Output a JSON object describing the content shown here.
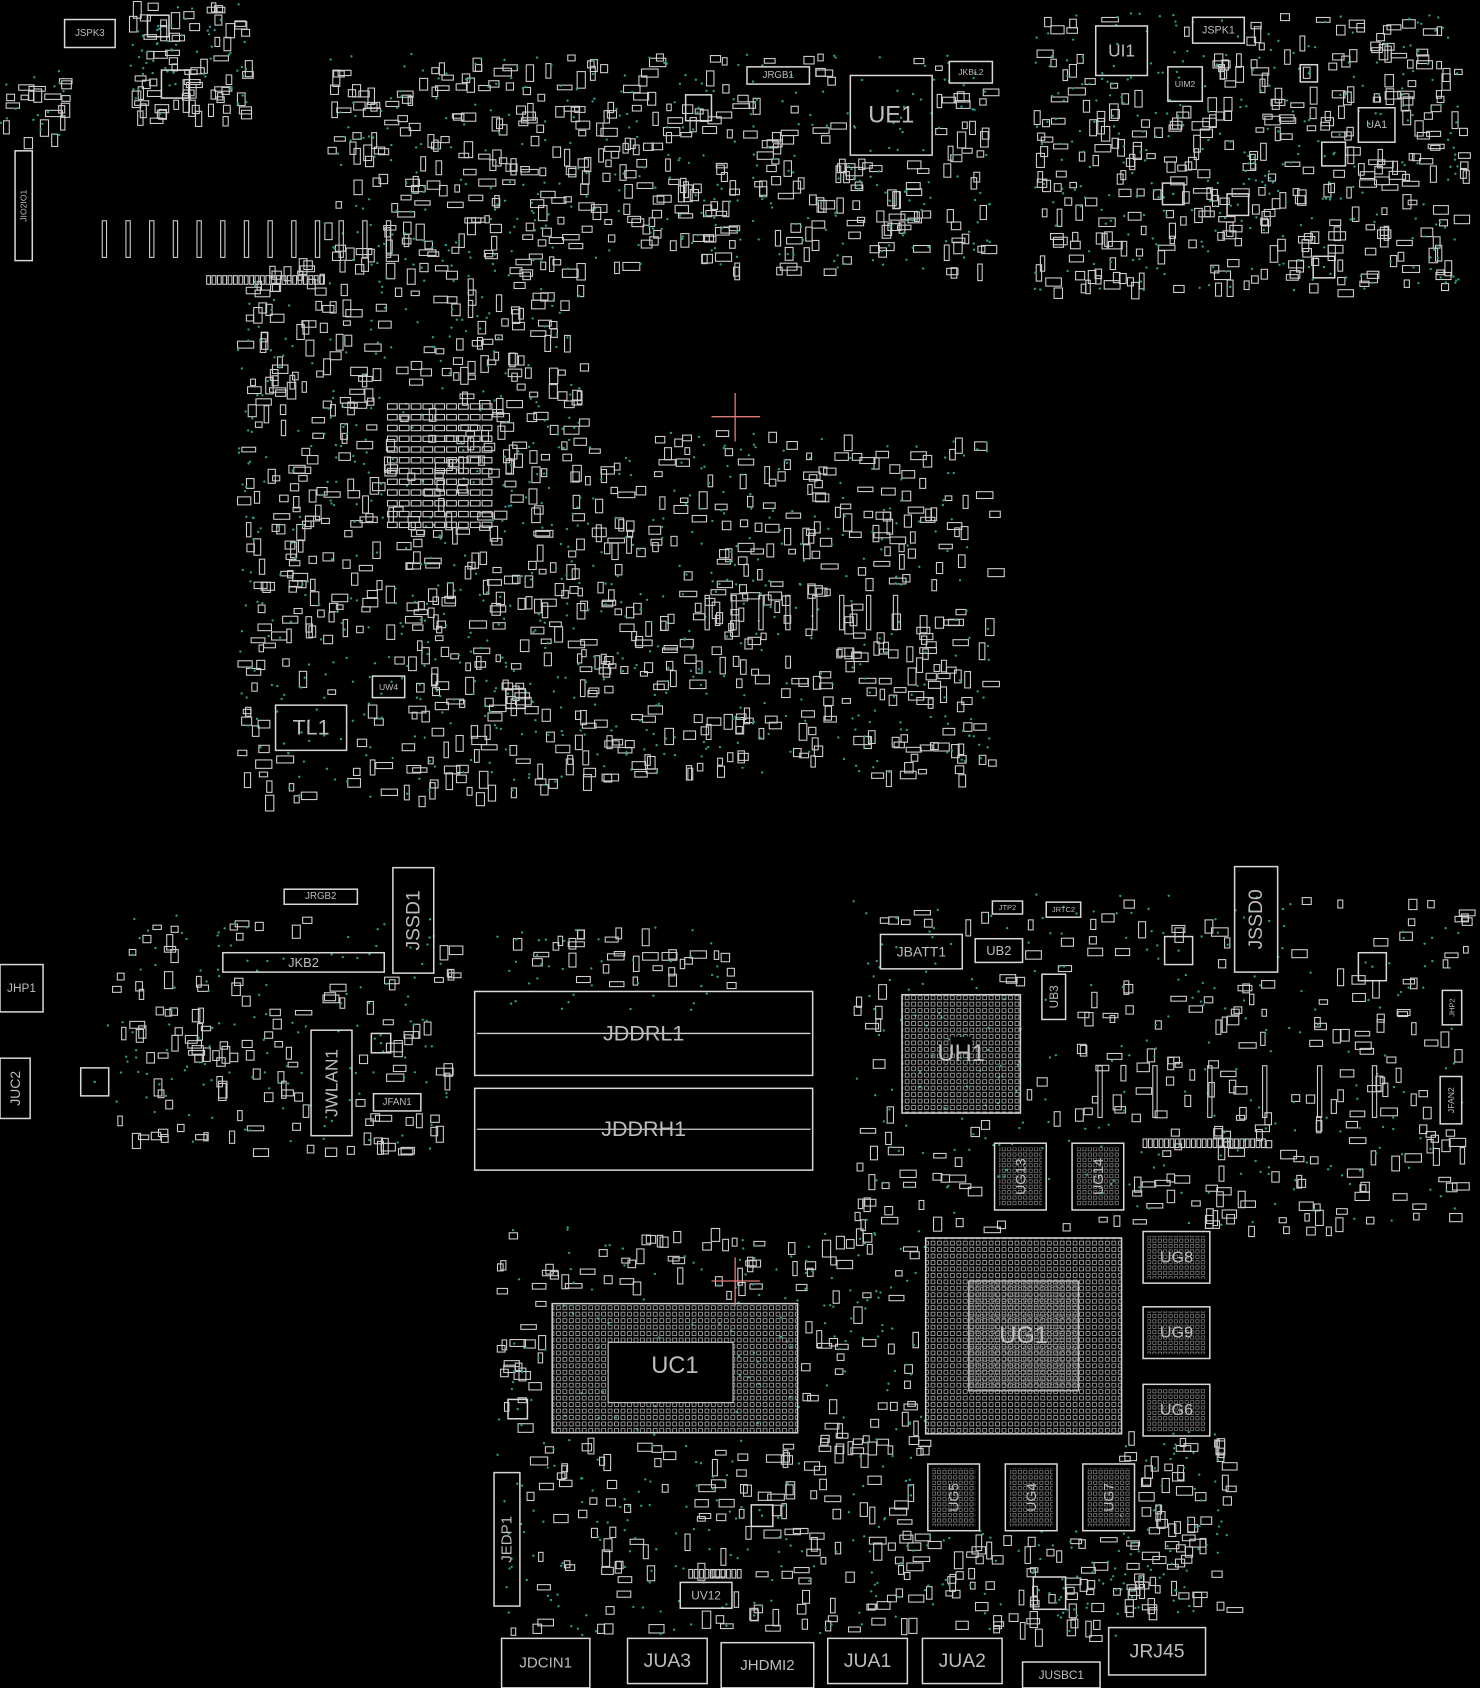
{
  "viewer": {
    "title": "Boardview",
    "accent_color": "#d8d8d8",
    "via_color": "#2a9d8f",
    "marker_color": "#e07a7a",
    "background": "#000000"
  },
  "components": [
    {
      "ref": "JSPK3"
    },
    {
      "ref": "JIO2IO1"
    },
    {
      "ref": "JRGB1"
    },
    {
      "ref": "JKBL2"
    },
    {
      "ref": "UE1"
    },
    {
      "ref": "UI1"
    },
    {
      "ref": "JSPK1"
    },
    {
      "ref": "UIM2"
    },
    {
      "ref": "UA1"
    },
    {
      "ref": "TL1"
    },
    {
      "ref": "UW4"
    },
    {
      "ref": "JRGB2"
    },
    {
      "ref": "JSSD1"
    },
    {
      "ref": "JKB2"
    },
    {
      "ref": "JHP1"
    },
    {
      "ref": "JUC2"
    },
    {
      "ref": "JWLAN1"
    },
    {
      "ref": "JFAN1"
    },
    {
      "ref": "JDDRL1"
    },
    {
      "ref": "JDDRH1"
    },
    {
      "ref": "JBATT1"
    },
    {
      "ref": "UB2"
    },
    {
      "ref": "JTP2"
    },
    {
      "ref": "JRTC2"
    },
    {
      "ref": "UB3"
    },
    {
      "ref": "JSSD0"
    },
    {
      "ref": "UH1"
    },
    {
      "ref": "UG13"
    },
    {
      "ref": "UG14"
    },
    {
      "ref": "UG8"
    },
    {
      "ref": "UG9"
    },
    {
      "ref": "UG6"
    },
    {
      "ref": "UG1"
    },
    {
      "ref": "UC1"
    },
    {
      "ref": "JEDP1"
    },
    {
      "ref": "UG5"
    },
    {
      "ref": "UG4"
    },
    {
      "ref": "UG7"
    },
    {
      "ref": "UV12"
    },
    {
      "ref": "JDCIN1"
    },
    {
      "ref": "JUA3"
    },
    {
      "ref": "JHDMI2"
    },
    {
      "ref": "JUA1"
    },
    {
      "ref": "JUA2"
    },
    {
      "ref": "JUSBC1"
    },
    {
      "ref": "JRJ45"
    },
    {
      "ref": "JFAN2"
    },
    {
      "ref": "JHP2"
    }
  ]
}
